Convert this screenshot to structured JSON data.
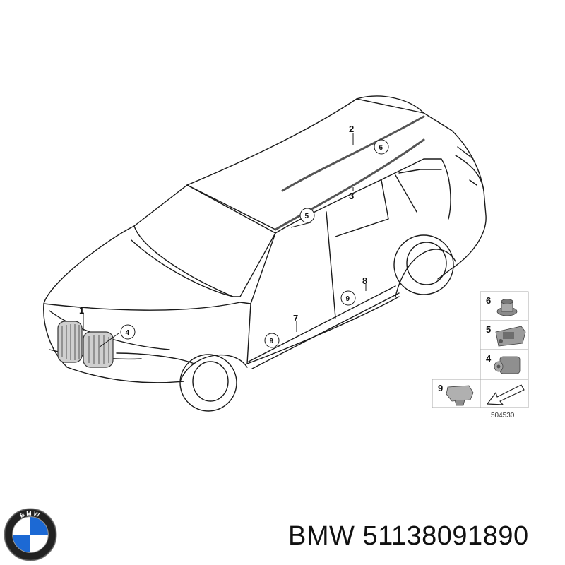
{
  "diagram": {
    "callouts": {
      "grille": "1",
      "roof_rail_upper": "2",
      "roof_rail_lower": "3",
      "side_sill_front": "7",
      "side_sill_rear": "8"
    },
    "circled_callouts": {
      "grille_clip": "4",
      "roof_clip_front": "5",
      "roof_clip_rear": "6",
      "sill_clip_front": "9",
      "sill_clip_rear": "9"
    },
    "parts_legend": {
      "items": [
        {
          "number": "6",
          "icon": "nut-clip-icon"
        },
        {
          "number": "5",
          "icon": "bracket-clip-icon"
        },
        {
          "number": "4",
          "icon": "plug-clip-icon"
        },
        {
          "number": "9",
          "icon": "push-clip-icon"
        }
      ],
      "arrow_icon": "arrow-down-left-icon",
      "reference_code": "504530"
    }
  },
  "brand": {
    "logo_icon": "bmw-roundel-icon",
    "logo_letters": "BMW",
    "colors": {
      "blue": "#1c69d4",
      "white": "#ffffff",
      "black": "#111111"
    }
  },
  "caption": {
    "brand": "BMW",
    "part_number": "51138091890"
  }
}
